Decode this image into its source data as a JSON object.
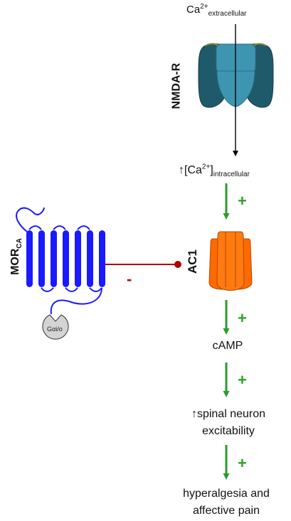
{
  "labels": {
    "ca_base": "Ca",
    "ca_sup": "2+",
    "ca_sub": "extracellular",
    "nmda": "NMDA-R",
    "ca_in_prefix": "↑[Ca",
    "ca_in_sup": "2+",
    "ca_in_close": "]",
    "ca_in_sub": "intracellular",
    "ac1": "AC1",
    "mor_base": "MOR",
    "mor_sub": "CA",
    "gai": "Gαi/o",
    "camp": "cAMP",
    "spinal_line1": "↑spinal neuron",
    "spinal_line2": "excitability",
    "hyper_line1": "hyperalgesia and",
    "hyper_line2": "affective pain",
    "plus": "+",
    "minus": "-"
  },
  "colors": {
    "nmda_dark": "#1f5a6b",
    "nmda_light": "#3e95b2",
    "ac1": "#ff6a00",
    "mor": "#1a1aff",
    "inhibit": "#b00000",
    "activate": "#2a9d2a",
    "gai_fill": "#d4d4d4"
  }
}
